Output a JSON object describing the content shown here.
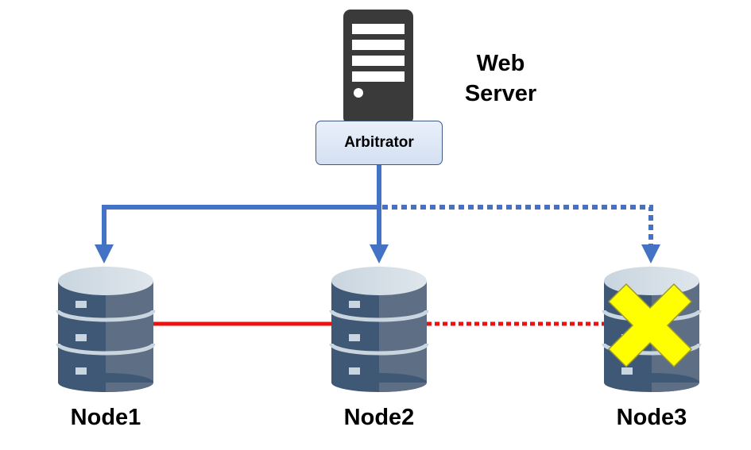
{
  "web_server": {
    "label_line1": "Web",
    "label_line2": "Server",
    "icon": "server-icon"
  },
  "arbitrator": {
    "label": "Arbitrator"
  },
  "nodes": [
    {
      "label": "Node1",
      "icon": "database-icon",
      "status": "online"
    },
    {
      "label": "Node2",
      "icon": "database-icon",
      "status": "online"
    },
    {
      "label": "Node3",
      "icon": "database-icon",
      "status": "failed"
    }
  ],
  "failure_marker": {
    "icon": "x-mark-icon",
    "color": "#ffff00"
  },
  "colors": {
    "arbitration_link": "#4472c4",
    "replication_link": "#ee1111",
    "server_body": "#3a3a3a",
    "database_dark": "#3e5875",
    "database_light": "#5d6e85",
    "database_top": "#d5dee6"
  }
}
